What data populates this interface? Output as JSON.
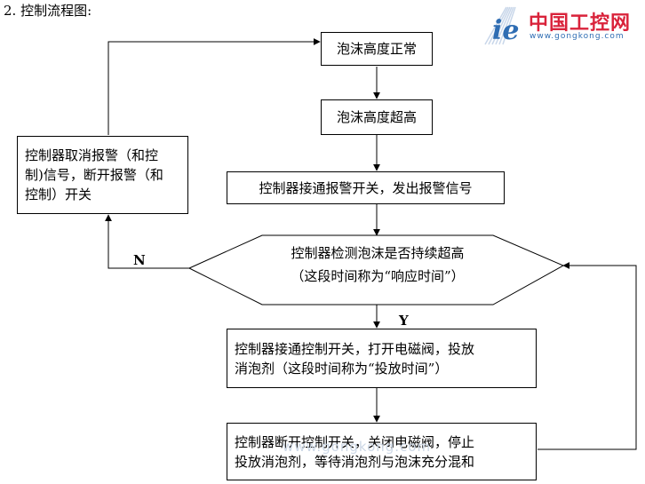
{
  "heading": "2. 控制流程图:",
  "logo": {
    "name": "中国工控网",
    "url": "www.gongkong.com"
  },
  "watermark": "www.gongkong.com",
  "nodes": {
    "normal": "泡沫高度正常",
    "high": "泡沫高度超高",
    "alarm_on": "控制器接通报警开关，发出报警信号",
    "detect_line1": "控制器检测泡沫是否持续超高",
    "detect_line2": "（这段时间称为“响应时间”）",
    "cancel_line1": "控制器取消报警（和控",
    "cancel_line2": "制)信号，断开报警（和",
    "cancel_line3": "控制）开关",
    "dose_line1": "控制器接通控制开关，打开电磁阀，投放",
    "dose_line2": "消泡剂（这段时间称为“投放时间”）",
    "stop_line1": "控制器断开控制开关，关闭电磁阀，停止",
    "stop_line2": "投放消泡剂，等待消泡剂与泡沫充分混和"
  },
  "branches": {
    "no": "N",
    "yes": "Y"
  }
}
